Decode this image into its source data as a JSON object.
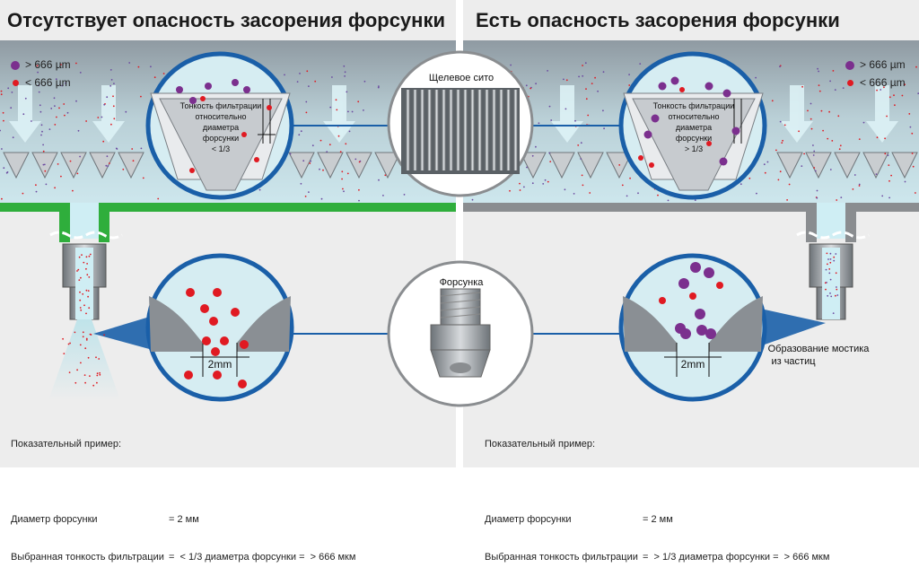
{
  "left": {
    "title": "Отсутствует опасность засорения форсунки",
    "legend_big": "> 666 µm",
    "legend_small": "< 666 µm",
    "funnel_text": [
      "Тонкость фильтрации",
      "относительно",
      "диаметра",
      "форсунки",
      "< 1/3"
    ],
    "gap_label": "2mm",
    "example_title": "Показательный пример:",
    "row1_label": "Диаметр форсунки",
    "row1_value": "= 2 мм",
    "row2_label": "Выбранная тонкость фильтрации",
    "row2_value": "=  < 1/3 диаметра форсунки =  > 666 мкм"
  },
  "right": {
    "title": "Есть опасность засорения форсунки",
    "legend_big": "> 666 µm",
    "legend_small": "< 666 µm",
    "funnel_text": [
      "Тонкость фильтрации",
      "относительно",
      "диаметра",
      "форсунки",
      "> 1/3"
    ],
    "gap_label": "2mm",
    "bridge_caption": [
      "Образование мостика",
      "из частиц"
    ],
    "example_title": "Показательный пример:",
    "row1_label": "Диаметр форсунки",
    "row1_value": "= 2 мм",
    "row2_label": "Выбранная тонкость фильтрации",
    "row2_value": "=  > 1/3 диаметра форсунки =  > 666 мкм"
  },
  "center": {
    "sieve_label": "Щелевое сито",
    "nozzle_label": "Форсунка"
  },
  "colors": {
    "big_particle": "#7b2f8e",
    "small_particle": "#e01a22",
    "fluid": "#bfe3ea",
    "ok_pipe": "#2fae3c",
    "bad_pipe": "#8a8d90",
    "ring": "#1a5fa8"
  }
}
